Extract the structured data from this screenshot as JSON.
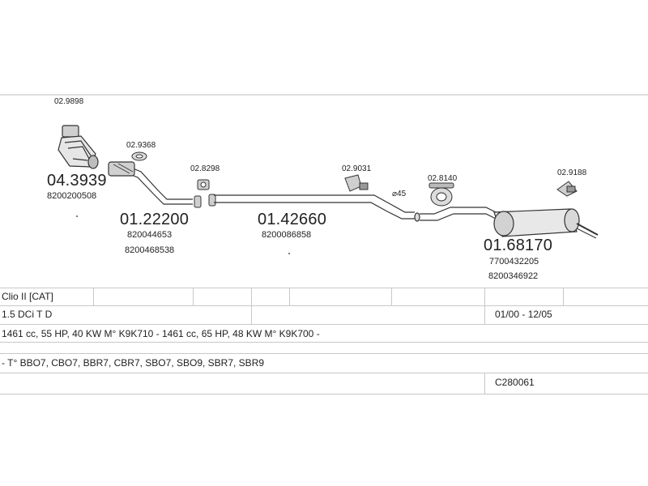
{
  "parts": {
    "clamp_1": "02.9898",
    "cat_main": "04.3939",
    "cat_oe": "8200200508",
    "gasket_1": "02.9368",
    "front_main": "01.22200",
    "front_oe_1": "820044653",
    "front_oe_2": "8200468538",
    "clamp_2": "02.8298",
    "mid_main": "01.42660",
    "mid_oe": "8200086858",
    "mount_1": "02.9031",
    "diameter": "⌀45",
    "hanger_1": "02.8140",
    "hanger_2": "02.9188",
    "rear_main": "01.68170",
    "rear_oe_1": "7700432205",
    "rear_oe_2": "8200346922"
  },
  "info": {
    "model": "Clio II  [CAT]",
    "engine": "1.5 DCi T D",
    "years": "01/00 - 12/05",
    "specs": "1461 cc, 55 HP, 40 KW M° K9K710 - 1461 cc, 65 HP, 48 KW M° K9K700 -",
    "types": "- T° BBO7, CBO7, BBR7, CBR7, SBO7, SBO9, SBR7, SBR9",
    "code": "C280061"
  }
}
